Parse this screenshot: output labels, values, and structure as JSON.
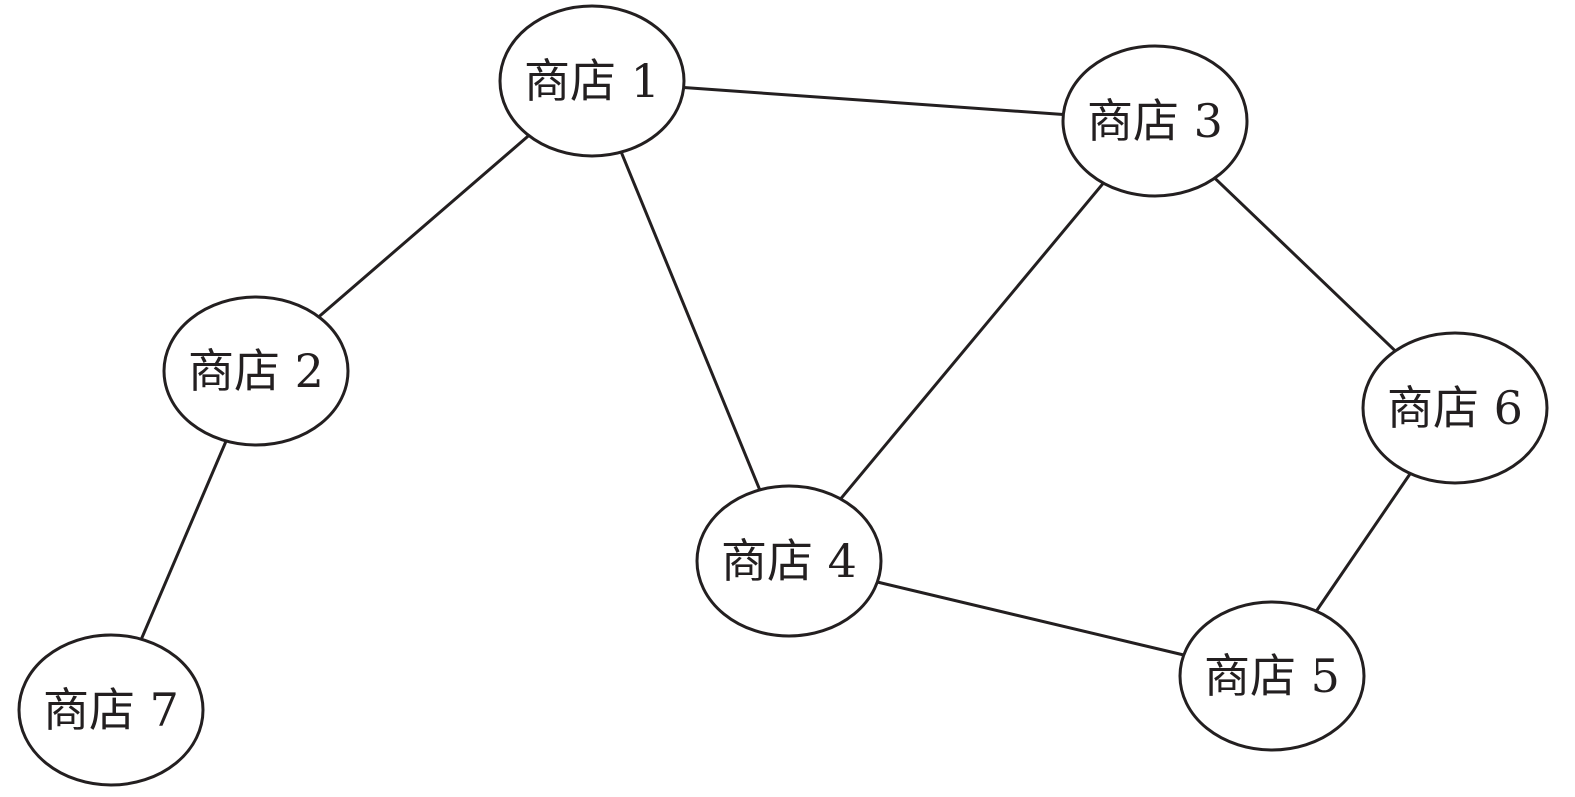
{
  "nodes": [
    {
      "id": "1",
      "label": "商店 1"
    },
    {
      "id": "2",
      "label": "商店 2"
    },
    {
      "id": "3",
      "label": "商店 3"
    },
    {
      "id": "4",
      "label": "商店 4"
    },
    {
      "id": "5",
      "label": "商店 5"
    },
    {
      "id": "6",
      "label": "商店 6"
    },
    {
      "id": "7",
      "label": "商店 7"
    }
  ],
  "edges": [
    {
      "from": "1",
      "to": "2"
    },
    {
      "from": "1",
      "to": "3"
    },
    {
      "from": "1",
      "to": "4"
    },
    {
      "from": "2",
      "to": "7"
    },
    {
      "from": "3",
      "to": "4"
    },
    {
      "from": "3",
      "to": "6"
    },
    {
      "from": "4",
      "to": "5"
    },
    {
      "from": "5",
      "to": "6"
    }
  ],
  "colors": {
    "stroke": "#231f20",
    "fill": "#ffffff"
  }
}
